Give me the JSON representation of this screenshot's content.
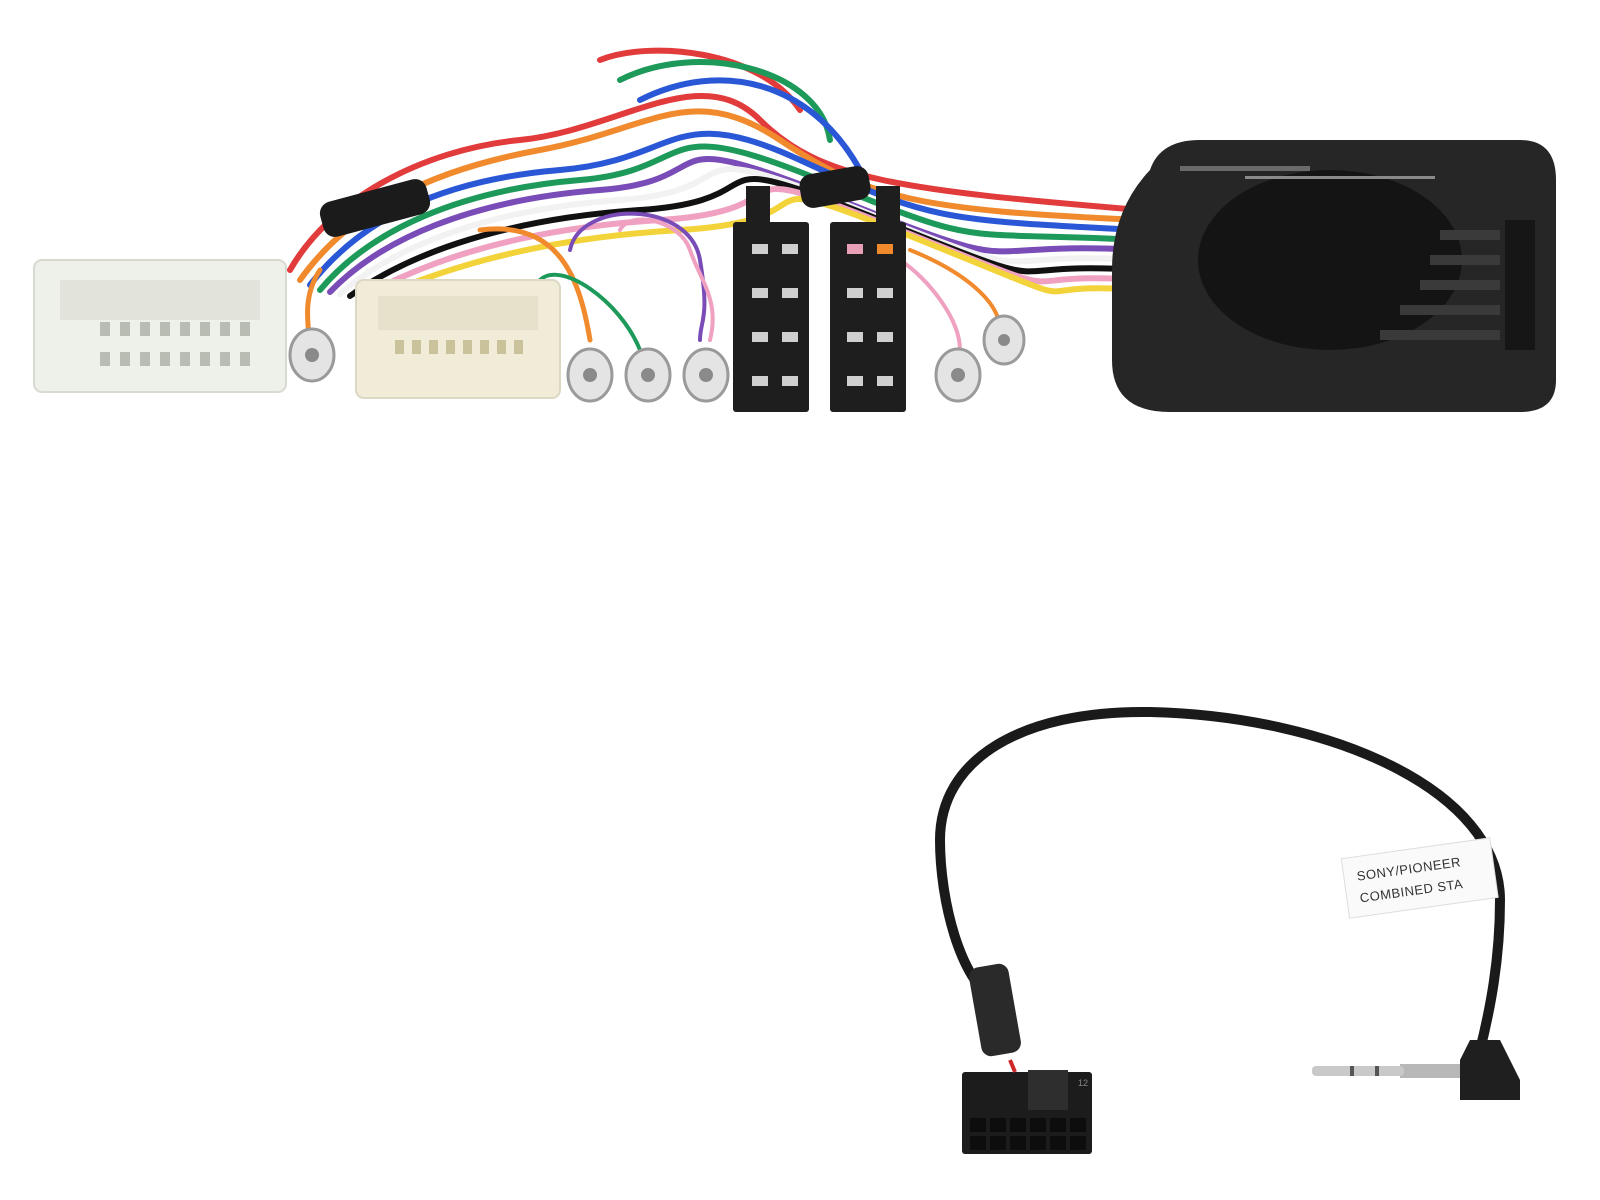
{
  "scene": {
    "description": "Steering wheel control interface harness product photo",
    "background": "#ffffff"
  },
  "harness": {
    "connectors": [
      {
        "name": "white-connector-large",
        "color": "#eef0ea"
      },
      {
        "name": "white-connector-medium",
        "color": "#f0ecd8"
      },
      {
        "name": "iso-connector-left",
        "color": "#1e1e1e"
      },
      {
        "name": "iso-connector-right",
        "color": "#1e1e1e"
      }
    ],
    "wire_colors": [
      "#e23b3b",
      "#f08a2c",
      "#2a57d6",
      "#1d9a5a",
      "#7a4cb8",
      "#f2f2f2",
      "#111111",
      "#f0a0c0",
      "#f3d33a"
    ],
    "module_color": "#262626"
  },
  "cable": {
    "label_line1": "SONY/PIONEER",
    "label_line2": "COMBINED STA",
    "pin_mark": "12",
    "cable_color": "#1a1a1a"
  }
}
